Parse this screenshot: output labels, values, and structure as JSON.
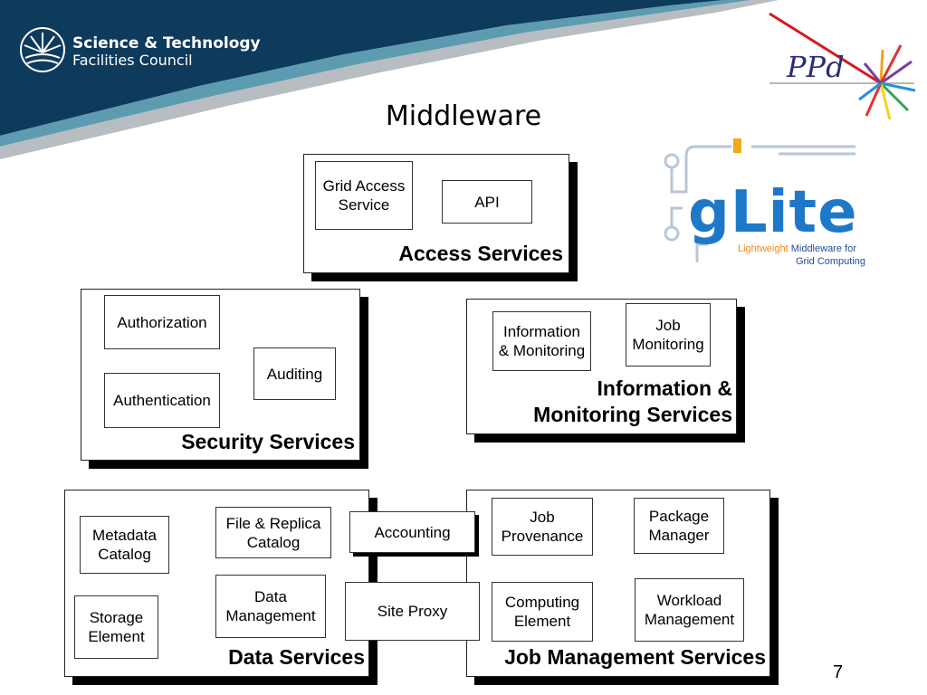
{
  "header": {
    "org_line1": "Science & Technology",
    "org_line2": "Facilities Council",
    "colors": {
      "navy": "#0e3a5c",
      "teal": "#5d9bb0",
      "grey": "#9aa3a8"
    }
  },
  "title": "Middleware",
  "logos": {
    "ppd": "PPd",
    "glite": {
      "word": "gLite",
      "tagline_highlight": "Lightweight",
      "tagline_rest": "Middleware for",
      "tagline_line2": "Grid Computing"
    }
  },
  "groups": {
    "access": {
      "title": "Access Services",
      "items": [
        "Grid Access\nService",
        "API"
      ]
    },
    "security": {
      "title": "Security Services",
      "items": [
        "Authorization",
        "Authentication",
        "Auditing"
      ]
    },
    "info": {
      "title": "Information &\nMonitoring Services",
      "items": [
        "Information\n& Monitoring",
        "Job\nMonitoring"
      ]
    },
    "data": {
      "title": "Data Services",
      "items": [
        "Metadata\nCatalog",
        "File & Replica\nCatalog",
        "Storage\nElement",
        "Data\nManagement"
      ]
    },
    "job": {
      "title": "Job Management Services",
      "items": [
        "Job\nProvenance",
        "Package\nManager",
        "Computing\nElement",
        "Workload\nManagement"
      ]
    }
  },
  "shared": {
    "accounting": "Accounting",
    "site_proxy": "Site Proxy"
  },
  "page_number": "7"
}
